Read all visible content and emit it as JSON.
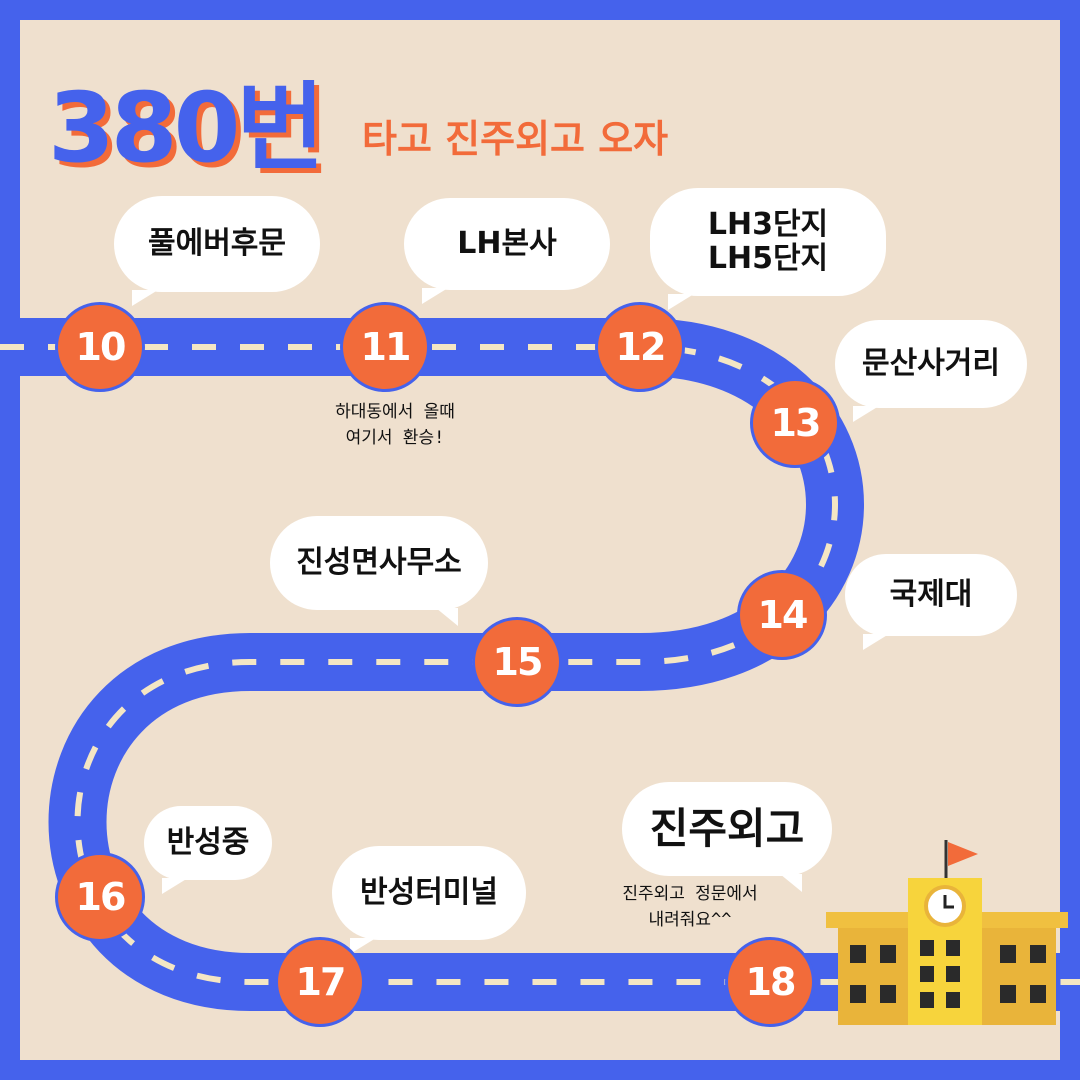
{
  "title": {
    "number": "380번",
    "subtitle": "타고 진주외고 오자"
  },
  "stops": [
    {
      "num": "10",
      "name": "풀에버후문"
    },
    {
      "num": "11",
      "name": "LH본사"
    },
    {
      "num": "12",
      "name": "LH3단지\nLH5단지"
    },
    {
      "num": "13",
      "name": "문산사거리"
    },
    {
      "num": "14",
      "name": "국제대"
    },
    {
      "num": "15",
      "name": "진성면사무소"
    },
    {
      "num": "16",
      "name": "반성중"
    },
    {
      "num": "17",
      "name": "반성터미널"
    },
    {
      "num": "18",
      "name": "진주외고"
    }
  ],
  "notes": {
    "transfer_line1": "하대동에서 올때",
    "transfer_line2": "여기서 환승!",
    "dest_line1": "진주외고 정문에서",
    "dest_line2": "내려줘요^^"
  },
  "colors": {
    "road": "#4562EC",
    "stop": "#F26B3A",
    "background": "#EFE0CE",
    "dash": "#F4E6C4"
  }
}
